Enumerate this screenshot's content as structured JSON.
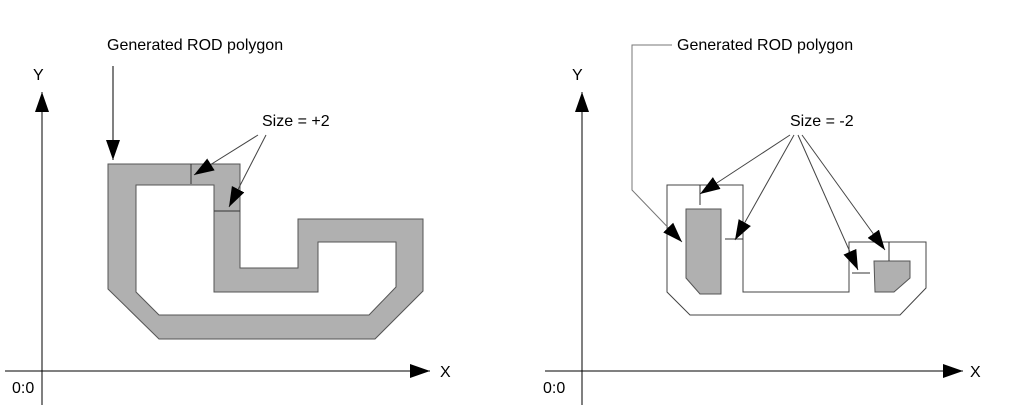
{
  "left_panel": {
    "label": "Generated ROD polygon",
    "size_label": "Size = +2",
    "x_axis": "X",
    "y_axis": "Y",
    "origin": "0:0"
  },
  "right_panel": {
    "label": "Generated ROD polygon",
    "size_label": "Size = -2",
    "x_axis": "X",
    "y_axis": "Y",
    "origin": "0:0"
  },
  "colors": {
    "fill": "#b0b0b0",
    "stroke": "#555555"
  }
}
